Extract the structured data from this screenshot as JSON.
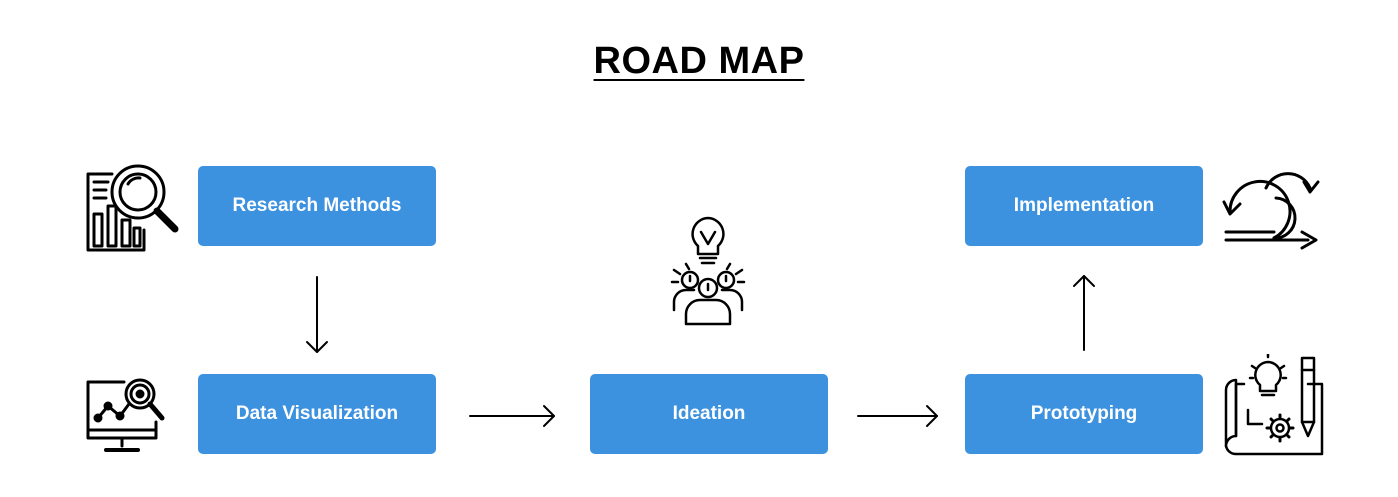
{
  "title": "ROAD MAP",
  "steps": {
    "research": "Research Methods",
    "data_visualization": "Data Visualization",
    "ideation": "Ideation",
    "prototyping": "Prototyping",
    "implementation": "Implementation"
  },
  "icons": {
    "research": "magnifier-report-icon",
    "data_visualization": "monitor-analytics-icon",
    "ideation": "team-idea-bulb-icon",
    "prototyping": "blueprint-bulb-gear-pencil-icon",
    "implementation": "iteration-cycle-arrows-icon"
  },
  "colors": {
    "box": "#3d92e0",
    "box_text": "#ffffff",
    "ink": "#000000"
  }
}
